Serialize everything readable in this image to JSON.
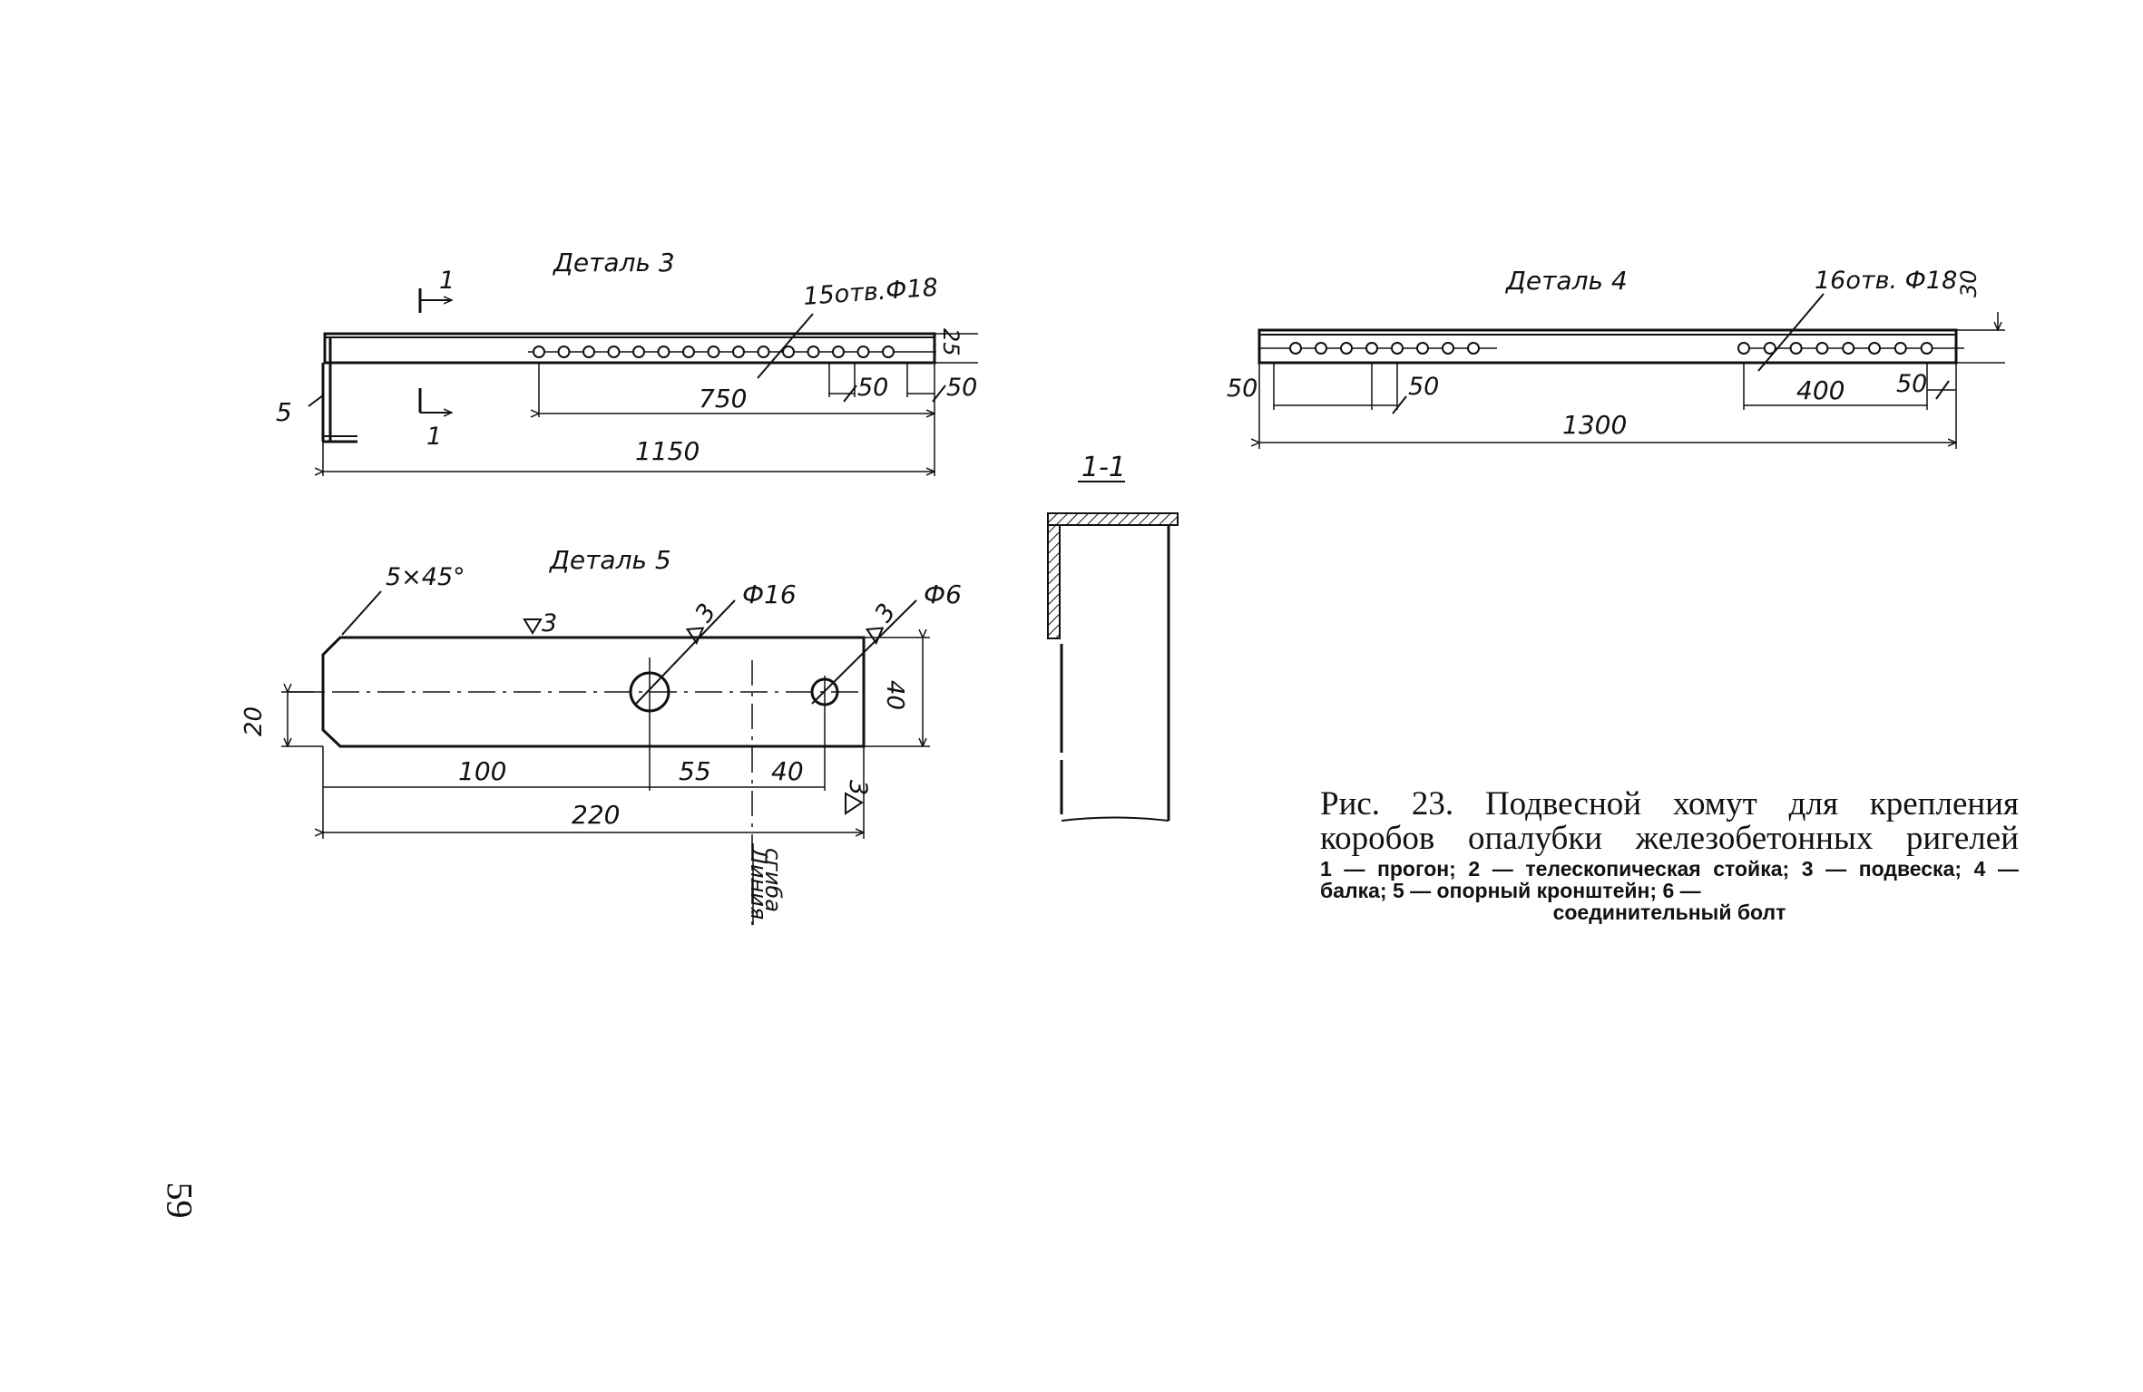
{
  "detail3": {
    "title": "Деталь 3",
    "section_mark": "1",
    "holes_label": "15отв.Ф18",
    "dim_thickness": "25",
    "dim_pitch": "50",
    "dim_end": "50",
    "dim_holes_span": "750",
    "dim_total": "1150",
    "callout": "5"
  },
  "detail4": {
    "title": "Деталь 4",
    "holes_label": "16отв. Ф18",
    "dim_thickness": "30",
    "dim_left_end": "50",
    "dim_pitch": "50",
    "dim_holes_span": "400",
    "dim_right_end": "50",
    "dim_total": "1300"
  },
  "detail5": {
    "title": "Деталь 5",
    "chamfer": "5×45°",
    "weld_top": "3",
    "weld_hole1": "3",
    "hole1_dia": "Ф16",
    "weld_hole2": "3",
    "hole2_dia": "Ф6",
    "weld_side": "3",
    "dim_height": "40",
    "dim_axis": "20",
    "dim_a": "100",
    "dim_b": "55",
    "dim_c": "40",
    "dim_total": "220",
    "bend_line_1": "Линия",
    "bend_line_2": "сгиба"
  },
  "section": {
    "title": "1-1"
  },
  "caption": {
    "main": "Рис. 23. Подвесной хомут для крепления коробов опалубки железобетонных ригелей",
    "legend_1": "1 — прогон; 2 — телескопическая стойка; 3 — подвеска; 4 — балка; 5 — опорный кронштейн; 6 —",
    "legend_2": "соединительный болт"
  },
  "page_number": "59"
}
